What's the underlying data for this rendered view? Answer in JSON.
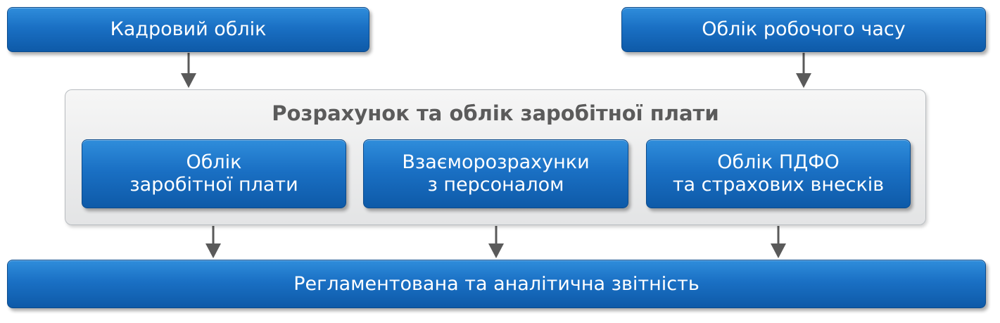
{
  "top_boxes": {
    "left": "Кадровий облік",
    "right": "Облік робочого часу"
  },
  "main_panel": {
    "title": "Розрахунок та облік заробітної плати",
    "sub_boxes": [
      "Облік\nзаробітної плати",
      "Взаєморозрахунки\nз персоналом",
      "Облік ПДФО\nта страхових внесків"
    ]
  },
  "bottom_box": "Регламентована та аналітична звітність",
  "colors": {
    "box_blue": "#1a70c4",
    "panel_gray": "#e8e9ea",
    "arrow": "#5a5a5a",
    "title_text": "#5b5b5b"
  }
}
